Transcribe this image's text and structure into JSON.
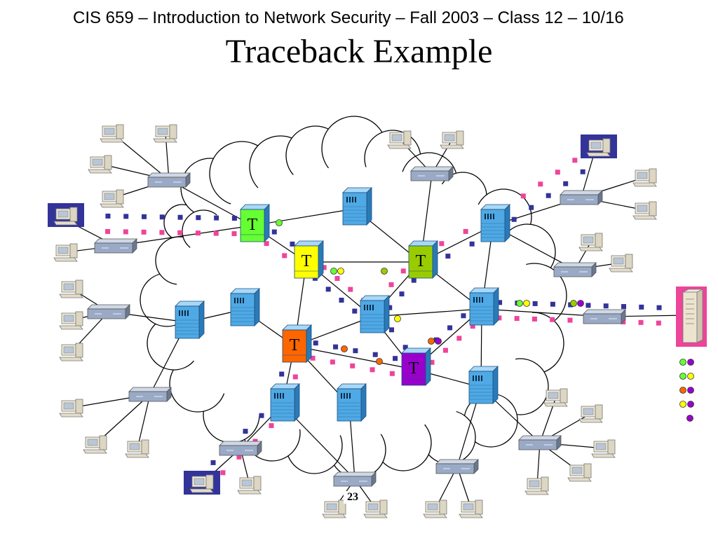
{
  "slide": {
    "header": "CIS 659 – Introduction to Network Security – Fall 2003 – Class 12 – 10/16",
    "title": "Traceback Example",
    "page_number": "23"
  },
  "traceback_label": "T",
  "colors": {
    "link": "#000000",
    "router_face": "#4fa9e4",
    "router_top": "#a8d8f8",
    "router_side": "#2a7ab8",
    "attack_packet": "#ee4499",
    "normal_packet": "#333399",
    "compromised_box": "#333399",
    "victim_box": "#ee4499",
    "cloud_fill": "#ffffff",
    "traceback_colors": {
      "green": "#66ff33",
      "yellow": "#ffff00",
      "olive": "#99cc00",
      "orange": "#ff6600",
      "purple": "#9900cc"
    }
  },
  "traceback_routers": [
    {
      "id": "T1",
      "color": "green"
    },
    {
      "id": "T2",
      "color": "yellow"
    },
    {
      "id": "T3",
      "color": "olive"
    },
    {
      "id": "T4",
      "color": "orange"
    },
    {
      "id": "T5",
      "color": "purple"
    }
  ],
  "victim_markers": [
    [
      "green",
      "purple"
    ],
    [
      "green",
      "yellow"
    ],
    [
      "orange",
      "purple"
    ],
    [
      "yellow",
      "purple"
    ],
    [
      "purple"
    ]
  ]
}
